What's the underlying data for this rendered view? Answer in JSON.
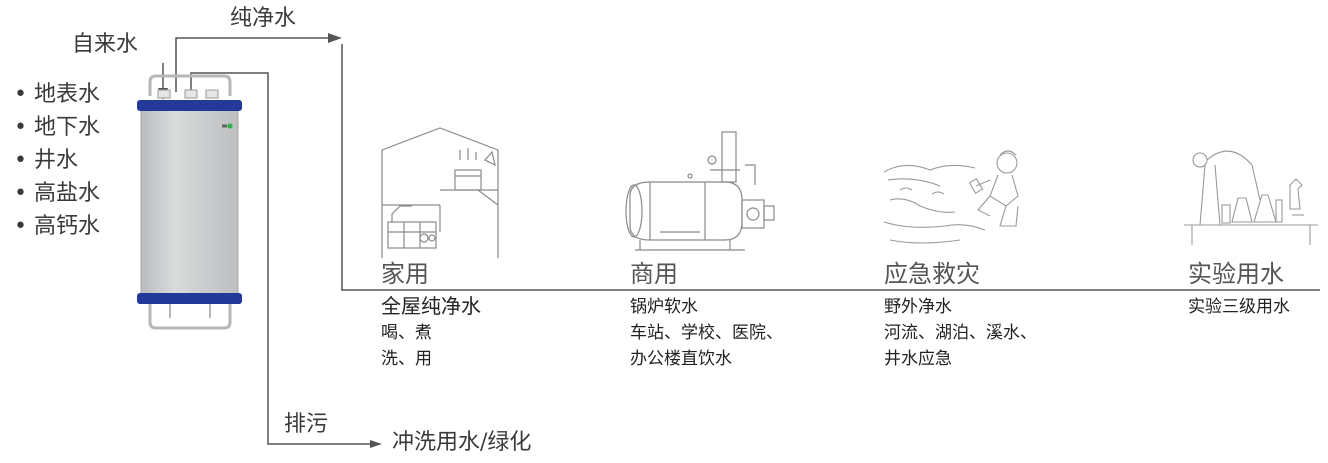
{
  "inlet_label": "自来水",
  "outlet_label": "纯净水",
  "drain_label": "排污",
  "drain_target": "冲洗用水/绿化",
  "sources": [
    "地表水",
    "地下水",
    "井水",
    "高盐水",
    "高钙水"
  ],
  "bullet": "•",
  "applications": [
    {
      "icon": "house-icon",
      "title": "家用",
      "lines": [
        "全屋纯净水",
        "喝、煮",
        "洗、用"
      ]
    },
    {
      "icon": "boiler-icon",
      "title": "商用",
      "lines": [
        "锅炉软水",
        "车站、学校、医院、",
        "办公楼直饮水"
      ]
    },
    {
      "icon": "river-drinking-icon",
      "title": "应急救灾",
      "lines": [
        "野外净水",
        "河流、湖泊、溪水、",
        "井水应急"
      ]
    },
    {
      "icon": "lab-glassware-icon",
      "title": "实验用水",
      "lines": [
        "实验三级用水"
      ]
    }
  ],
  "colors": {
    "band": "#22399a",
    "body": "#c9cbcc",
    "line": "#555555",
    "sketch": "#888888",
    "indicator": "#2fb44a"
  }
}
